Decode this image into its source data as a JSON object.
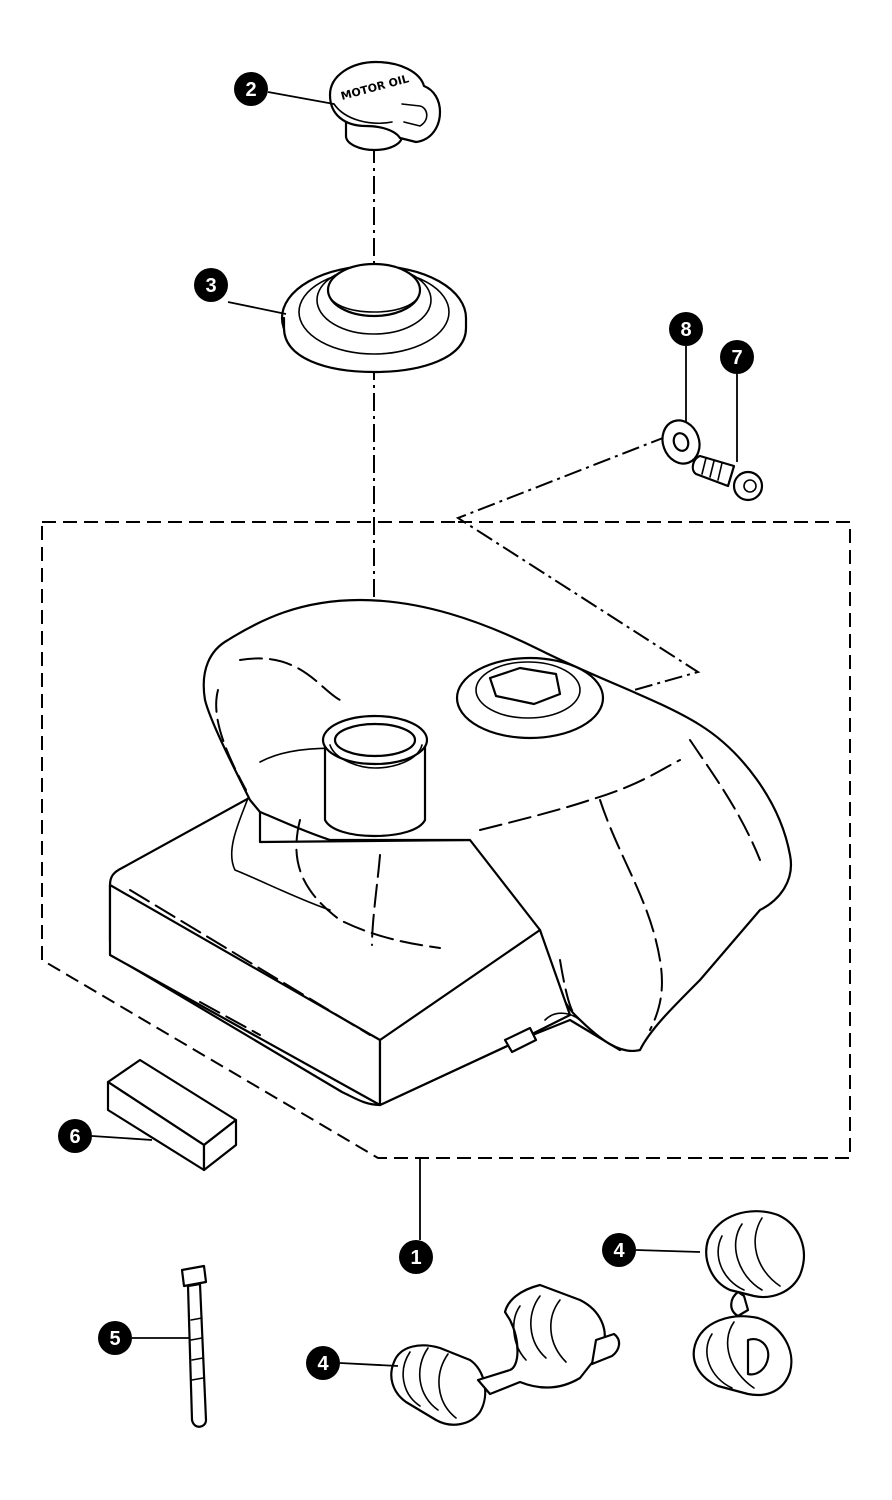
{
  "callouts": [
    {
      "id": "callout-1",
      "label": "1"
    },
    {
      "id": "callout-2",
      "label": "2"
    },
    {
      "id": "callout-3",
      "label": "3"
    },
    {
      "id": "callout-4a",
      "label": "4"
    },
    {
      "id": "callout-4b",
      "label": "4"
    },
    {
      "id": "callout-5",
      "label": "5"
    },
    {
      "id": "callout-6",
      "label": "6"
    },
    {
      "id": "callout-7",
      "label": "7"
    },
    {
      "id": "callout-8",
      "label": "8"
    }
  ],
  "cap_text": "MOTOR OIL"
}
